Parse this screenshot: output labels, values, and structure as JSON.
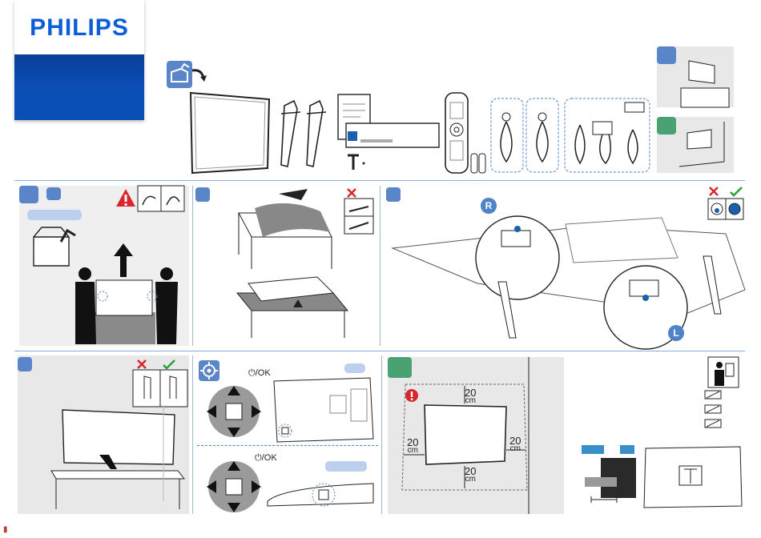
{
  "brand": {
    "name": "PHILIPS",
    "color": "#0b5ed7",
    "band_color": "#0a4fb5"
  },
  "icons": {
    "open_box": "open-box-icon",
    "warning": "warning-triangle-icon",
    "no": "cross-mark-icon",
    "yes": "check-mark-icon",
    "settings": "joystick-settings-icon",
    "info": "exclamation-icon",
    "person": "person-wall-icon",
    "pdf": "pdf-file-icon"
  },
  "accent_colors": {
    "blue": "#5a85c8",
    "green": "#4aa173",
    "red": "#d9262c",
    "light_blue": "#bcd0ee"
  },
  "stand": {
    "right_label": "R",
    "left_label": "L"
  },
  "control": {
    "power_ok_label": "⏻/OK"
  },
  "wall": {
    "clear_top_value": "20",
    "clear_top_unit": "cm",
    "clear_left_value": "20",
    "clear_left_unit": "cm",
    "clear_right_value": "20",
    "clear_right_unit": "cm",
    "clear_bottom_value": "20",
    "clear_bottom_unit": "cm"
  }
}
